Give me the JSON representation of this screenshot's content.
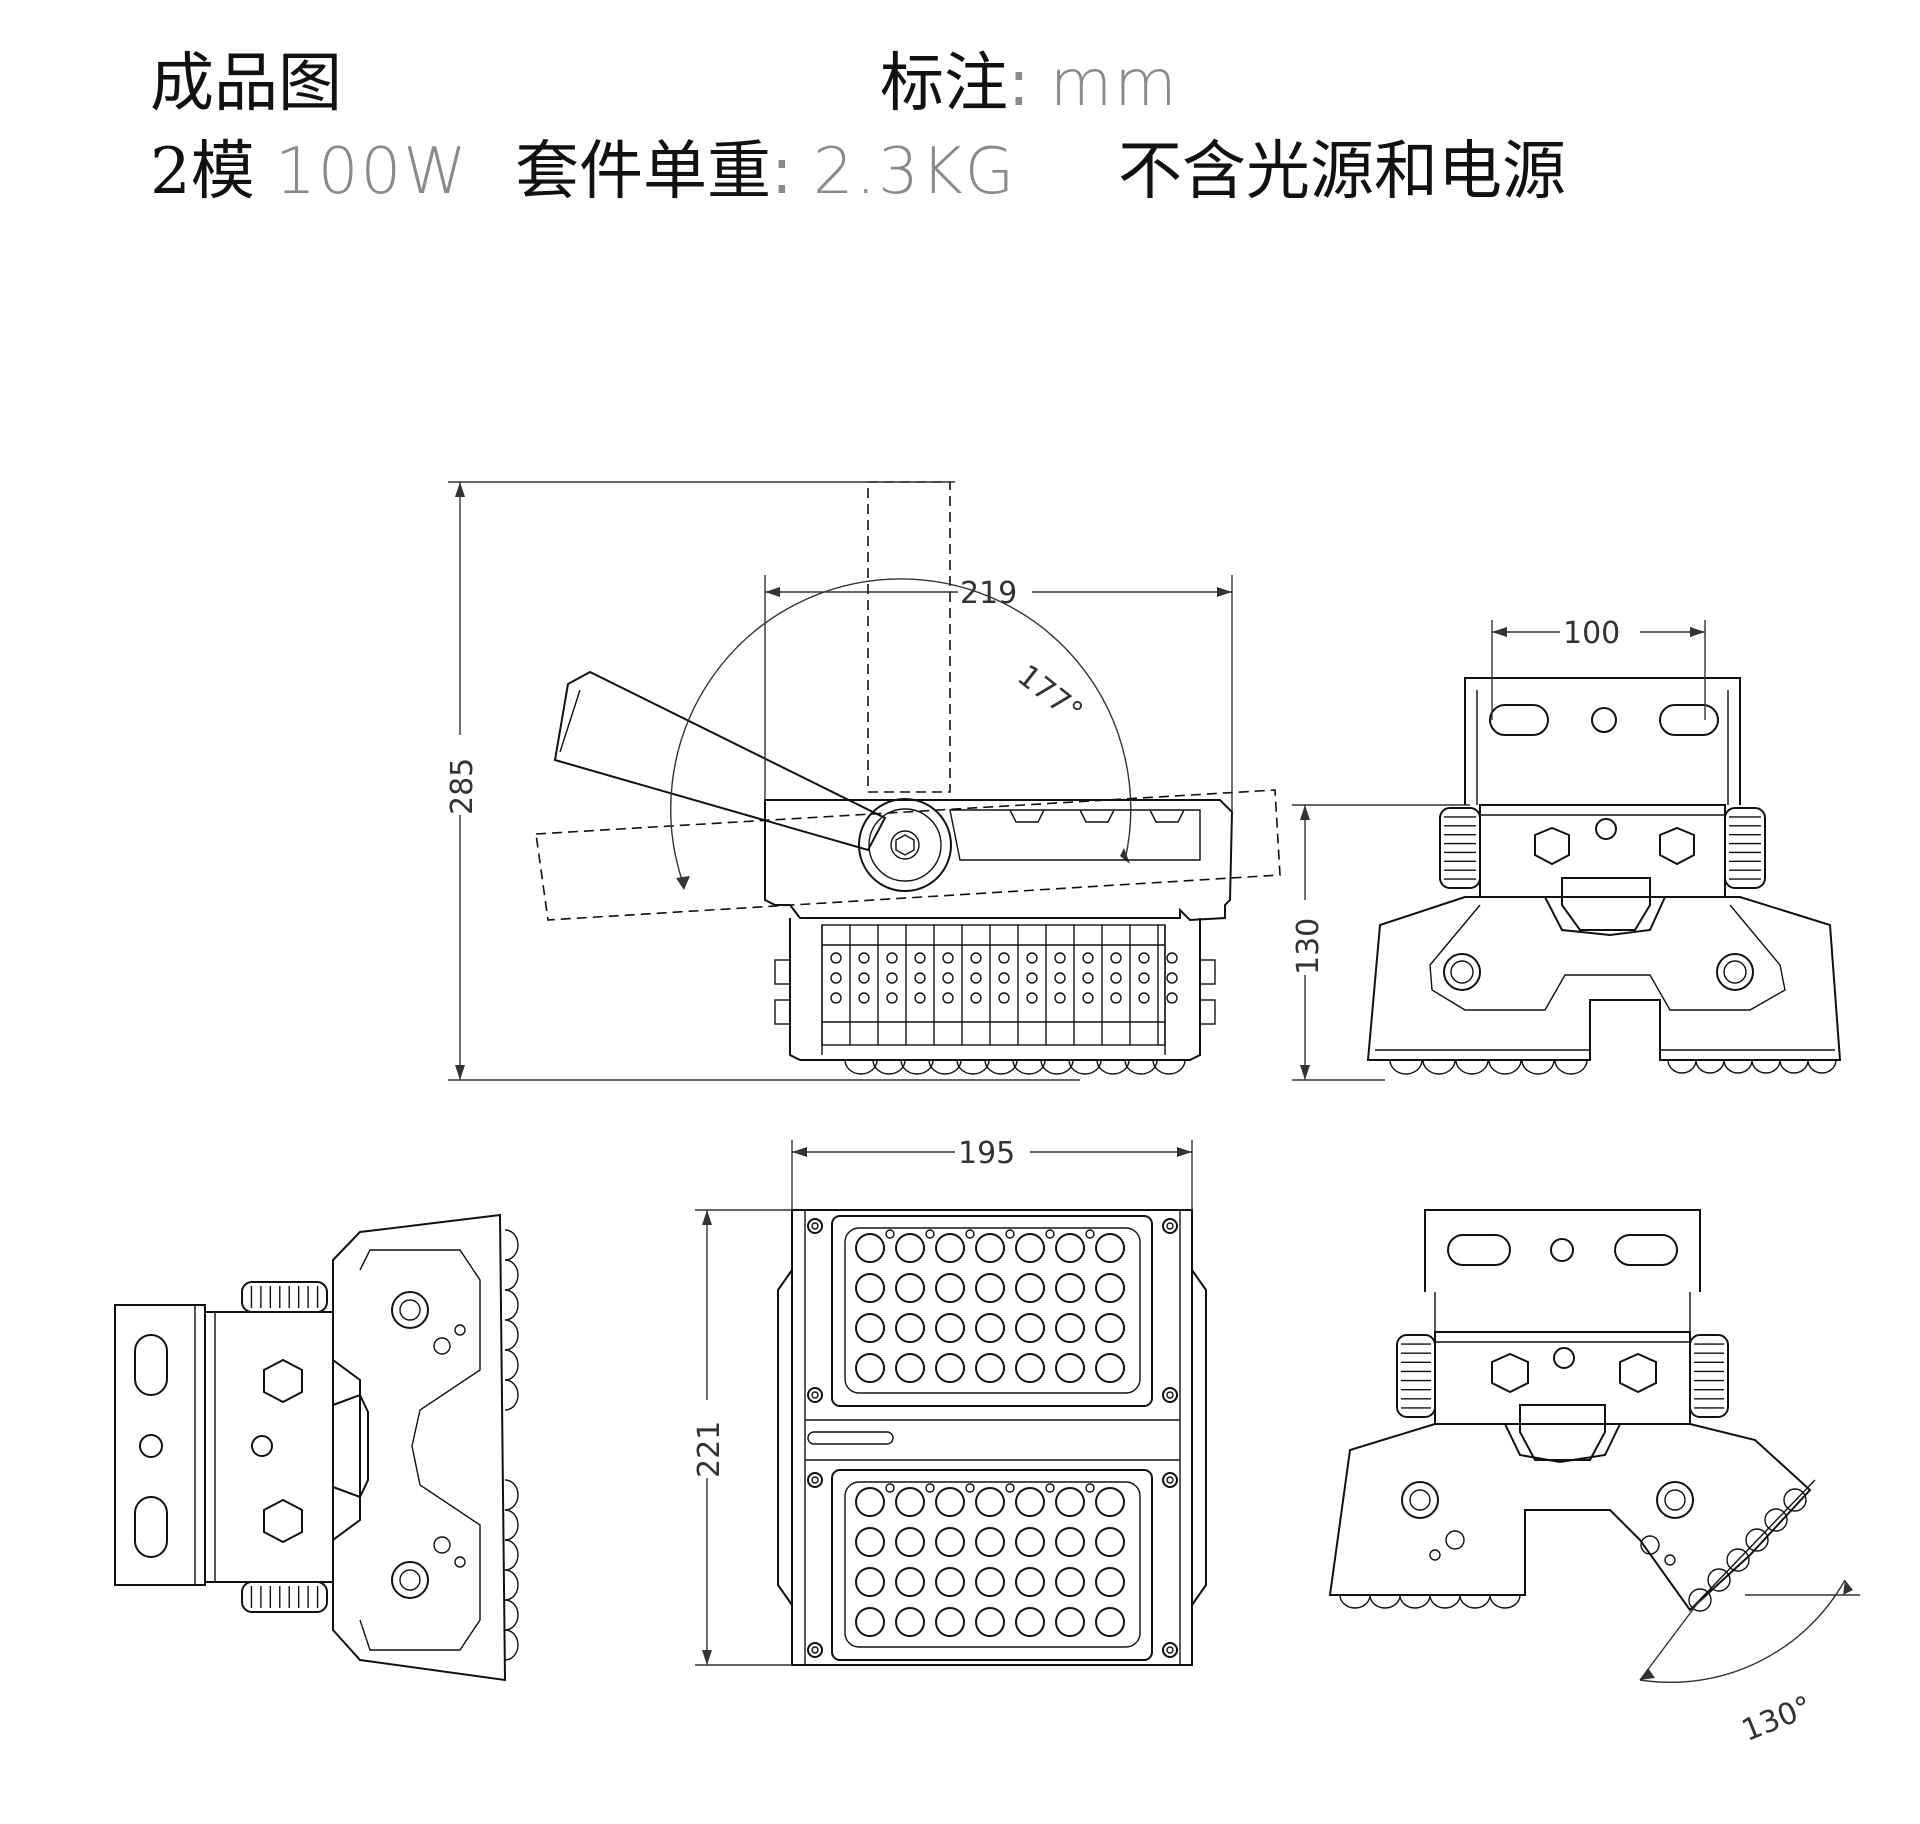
{
  "header": {
    "title": "成品图",
    "unit_label": "标注",
    "unit_value": "mm",
    "module_label": "2模",
    "power": "100W",
    "weight_label": "套件单重",
    "weight_value": "2.3KG",
    "note": "不含光源和电源"
  },
  "dimensions": {
    "total_height": "285",
    "width_top": "219",
    "swing_angle": "177°",
    "mount_hole_spacing": "100",
    "side_height": "130",
    "front_width": "195",
    "front_height": "221",
    "tilt_angle": "130°"
  }
}
